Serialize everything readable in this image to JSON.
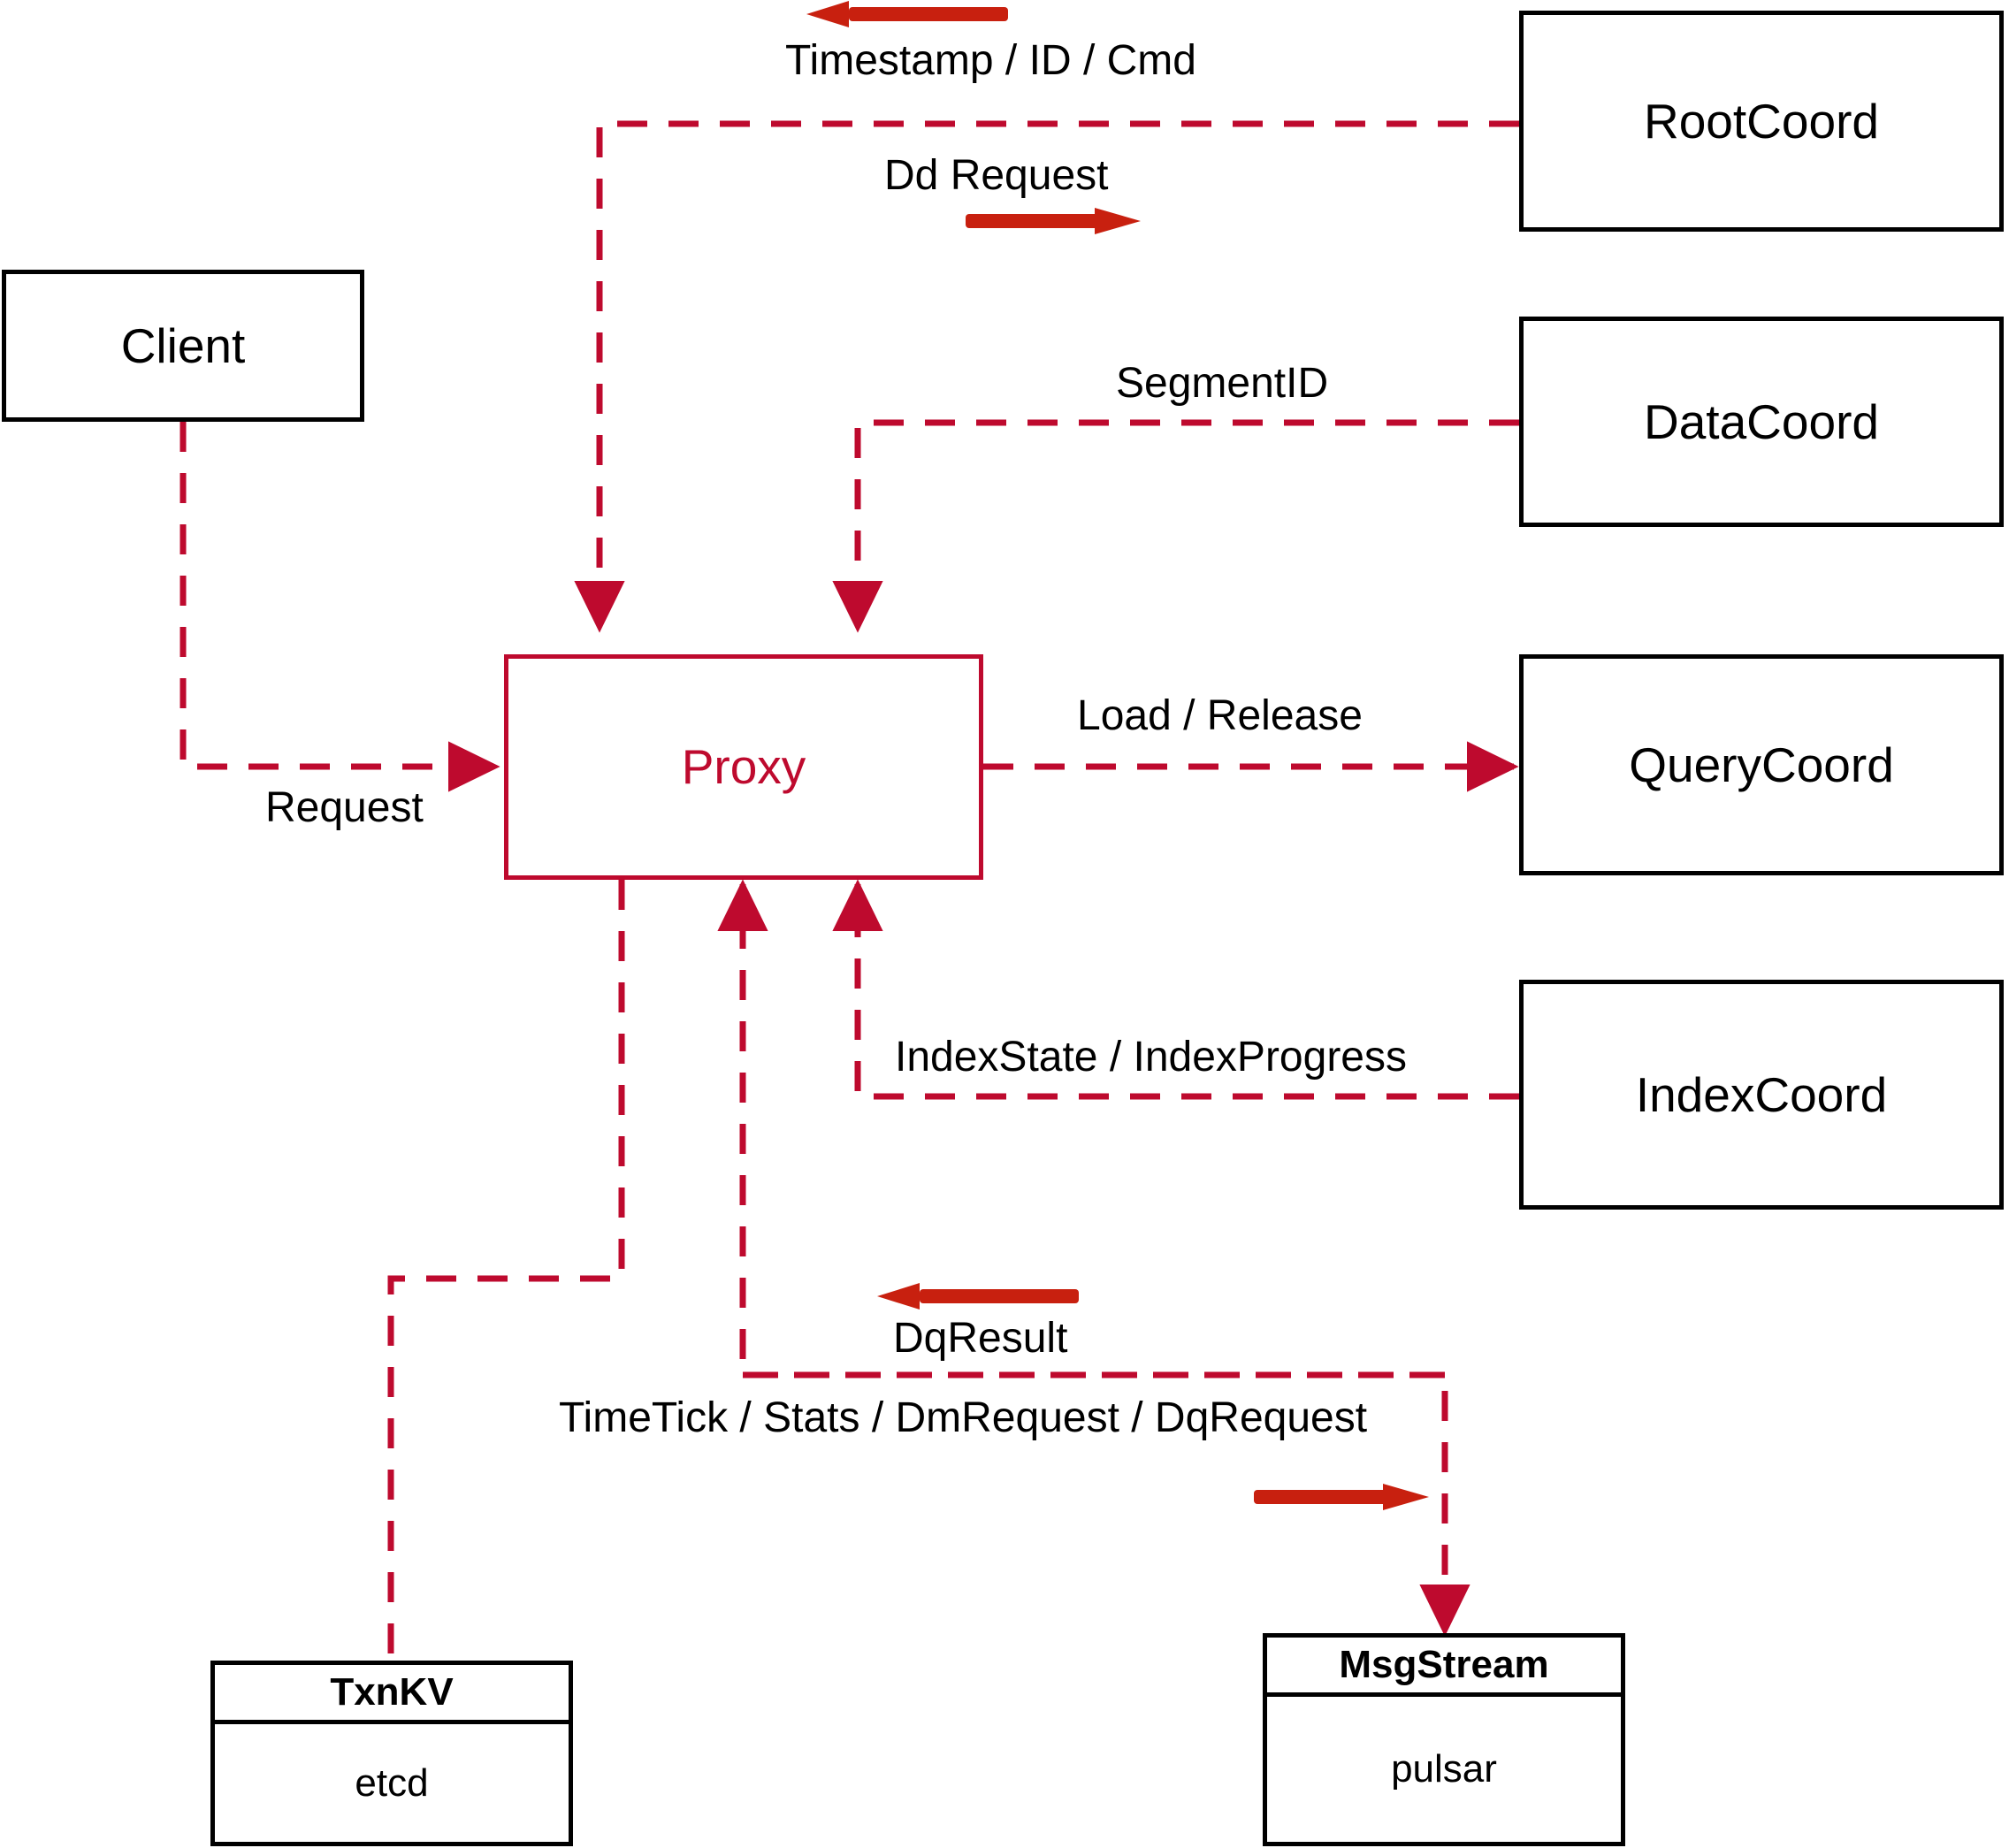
{
  "diagram": {
    "title": "Milvus Proxy interaction diagram",
    "colors": {
      "node_border": "#000000",
      "proxy_accent": "#BE0A2E",
      "dashed_wire": "#BE0A2E",
      "bold_arrow": "#C8200F",
      "background": "#FFFFFF"
    }
  },
  "nodes": {
    "client": {
      "label": "Client"
    },
    "proxy": {
      "label": "Proxy"
    },
    "root_coord": {
      "label": "RootCoord"
    },
    "data_coord": {
      "label": "DataCoord"
    },
    "query_coord": {
      "label": "QueryCoord"
    },
    "index_coord": {
      "label": "IndexCoord"
    },
    "txnkv": {
      "header": "TxnKV",
      "body": "etcd"
    },
    "msgstream": {
      "header": "MsgStream",
      "body": "pulsar"
    }
  },
  "edge_labels": {
    "timestamp_id_cmd": "Timestamp / ID / Cmd",
    "dd_request": "Dd Request",
    "segment_id": "SegmentID",
    "request": "Request",
    "load_release": "Load / Release",
    "index_state_progress": "IndexState / IndexProgress",
    "dq_result": "DqResult",
    "timetick_stats": "TimeTick / Stats / DmRequest / DqRequest"
  },
  "edges": [
    {
      "name": "proxy-to-rootcoord",
      "from": "Proxy",
      "to": "RootCoord",
      "label": "Dd Request",
      "direction": "out"
    },
    {
      "name": "rootcoord-to-proxy",
      "from": "RootCoord",
      "to": "Proxy",
      "label": "Timestamp / ID / Cmd",
      "direction": "in"
    },
    {
      "name": "datacoord-to-proxy",
      "from": "DataCoord",
      "to": "Proxy",
      "label": "SegmentID",
      "direction": "in"
    },
    {
      "name": "client-to-proxy",
      "from": "Client",
      "to": "Proxy",
      "label": "Request",
      "direction": "in"
    },
    {
      "name": "proxy-to-querycoord",
      "from": "Proxy",
      "to": "QueryCoord",
      "label": "Load / Release",
      "direction": "out"
    },
    {
      "name": "indexcoord-to-proxy",
      "from": "IndexCoord",
      "to": "Proxy",
      "label": "IndexState / IndexProgress",
      "direction": "in"
    },
    {
      "name": "msgstream-to-proxy",
      "from": "MsgStream",
      "to": "Proxy",
      "label": "DqResult",
      "direction": "in"
    },
    {
      "name": "proxy-to-msgstream",
      "from": "Proxy",
      "to": "MsgStream",
      "label": "TimeTick / Stats / DmRequest / DqRequest",
      "direction": "out"
    },
    {
      "name": "proxy-to-txnkv",
      "from": "Proxy",
      "to": "TxnKV",
      "label": "",
      "direction": "out"
    }
  ]
}
